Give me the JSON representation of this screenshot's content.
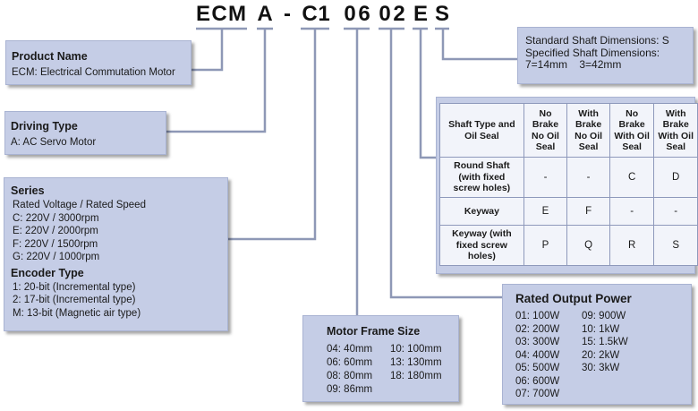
{
  "model_code": [
    "E",
    "C",
    "M",
    "A",
    "-",
    "C",
    "1",
    "0",
    "6",
    "0",
    "2",
    "E",
    "S"
  ],
  "product_name": {
    "title": "Product Name",
    "lines": [
      "ECM: Electrical Commutation Motor"
    ]
  },
  "driving_type": {
    "title": "Driving Type",
    "lines": [
      "A: AC Servo Motor"
    ]
  },
  "series": {
    "title": "Series",
    "lines": [
      "Rated Voltage / Rated Speed",
      "C: 220V / 3000rpm",
      "E: 220V / 2000rpm",
      "F: 220V / 1500rpm",
      "G: 220V / 1000rpm"
    ],
    "encoder_title": "Encoder Type",
    "encoder_lines": [
      "1: 20-bit (Incremental type)",
      "2: 17-bit (Incremental type)",
      "M: 13-bit (Magnetic air type)"
    ]
  },
  "motor_frame": {
    "title": "Motor Frame Size",
    "col1": [
      "04: 40mm",
      "06: 60mm",
      "08: 80mm",
      "09: 86mm"
    ],
    "col2": [
      "10: 100mm",
      "13: 130mm",
      "18: 180mm"
    ]
  },
  "rated_power": {
    "title": "Rated Output Power",
    "col1": [
      "01: 100W",
      "02: 200W",
      "03: 300W",
      "04: 400W",
      "05: 500W",
      "06: 600W",
      "07: 700W"
    ],
    "col2": [
      "09: 900W",
      "10: 1kW",
      "15: 1.5kW",
      "20: 2kW",
      "30: 3kW"
    ]
  },
  "shaft_dims": {
    "lines": [
      "Standard Shaft Dimensions: S",
      "Specified Shaft Dimensions:",
      "7=14mm    3=42mm"
    ]
  },
  "shaft_table": {
    "header": [
      "Shaft Type and Oil Seal",
      "No Brake No Oil Seal",
      "With Brake No Oil Seal",
      "No Brake With Oil Seal",
      "With Brake With Oil Seal"
    ],
    "rows": [
      {
        "label": "Round Shaft (with fixed screw holes)",
        "values": [
          "-",
          "-",
          "C",
          "D"
        ]
      },
      {
        "label": "Keyway",
        "values": [
          "E",
          "F",
          "-",
          "-"
        ]
      },
      {
        "label": "Keyway (with fixed screw holes)",
        "values": [
          "P",
          "Q",
          "R",
          "S"
        ]
      }
    ]
  }
}
